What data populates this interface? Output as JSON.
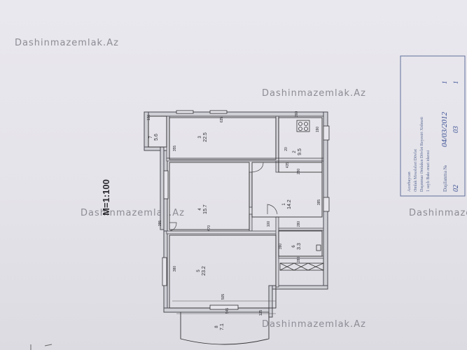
{
  "watermark": "Dashinmazemlak.Az",
  "scale_label": "M=1:100",
  "rooms": [
    {
      "id": "room-1",
      "number": "1",
      "area": "14.2"
    },
    {
      "id": "room-2",
      "number": "2",
      "area": "9.5"
    },
    {
      "id": "room-3",
      "number": "3",
      "area": "22.5"
    },
    {
      "id": "room-4",
      "number": "4",
      "area": "15.7"
    },
    {
      "id": "room-5",
      "number": "5",
      "area": "23.2"
    },
    {
      "id": "room-6",
      "number": "6",
      "area": "3.3"
    },
    {
      "id": "room-7",
      "number": "7",
      "area": "5.6"
    },
    {
      "id": "room-8",
      "number": "8",
      "area": "7.1"
    }
  ],
  "dimensions": {
    "d635": "635",
    "d130": "130",
    "d260": "260",
    "d190": "190",
    "d20": "20",
    "d280a": "280",
    "d355": "355",
    "d395": "395",
    "d435": "435",
    "d385": "385",
    "d470": "470",
    "d100": "100",
    "d280b": "280",
    "d390": "390",
    "d380": "380",
    "d505": "505",
    "d545": "545",
    "d125": "125",
    "d280c": "280"
  },
  "stamp": {
    "lines": [
      "Azərbaycan",
      "Əmlak Məsələləri Dövlət",
      "Daşınmaz Əmlakın Dövlət Reyestri Xidməti",
      "1 saylı Bakı ərazi idarəsi"
    ],
    "label_no": "Daşilanma №",
    "hand_date": "04/03/2012",
    "hand_page": "03",
    "hand_num": "02",
    "hand_sheet": "1",
    "hand_sheets": "1"
  }
}
